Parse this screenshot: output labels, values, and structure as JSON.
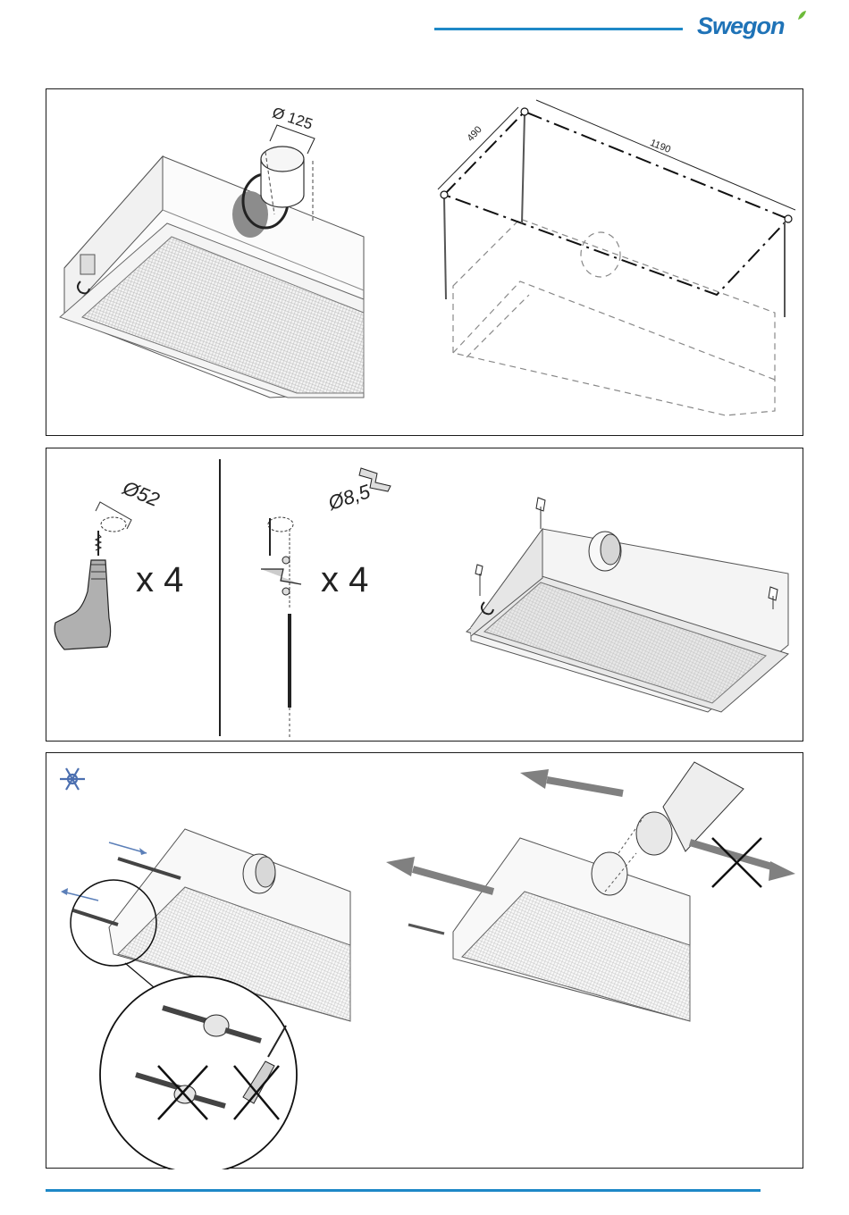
{
  "header": {
    "brand": "Swegon",
    "brand_color": "#1f73b7",
    "rule_color": "#1e88c7"
  },
  "panel1": {
    "duct_diameter": "Ø 125",
    "dim_width": "490",
    "dim_length": "1190"
  },
  "panel2": {
    "drill_diameter": "Ø52",
    "drill_count": "x 4",
    "bracket_diameter": "Ø8,5",
    "bracket_count": "x 4"
  },
  "panel3": {
    "cooling_icon": "snowflake-icon",
    "flow_arrow_color": "#5b7fb8"
  },
  "footer": {
    "rule_color": "#1e88c7"
  }
}
